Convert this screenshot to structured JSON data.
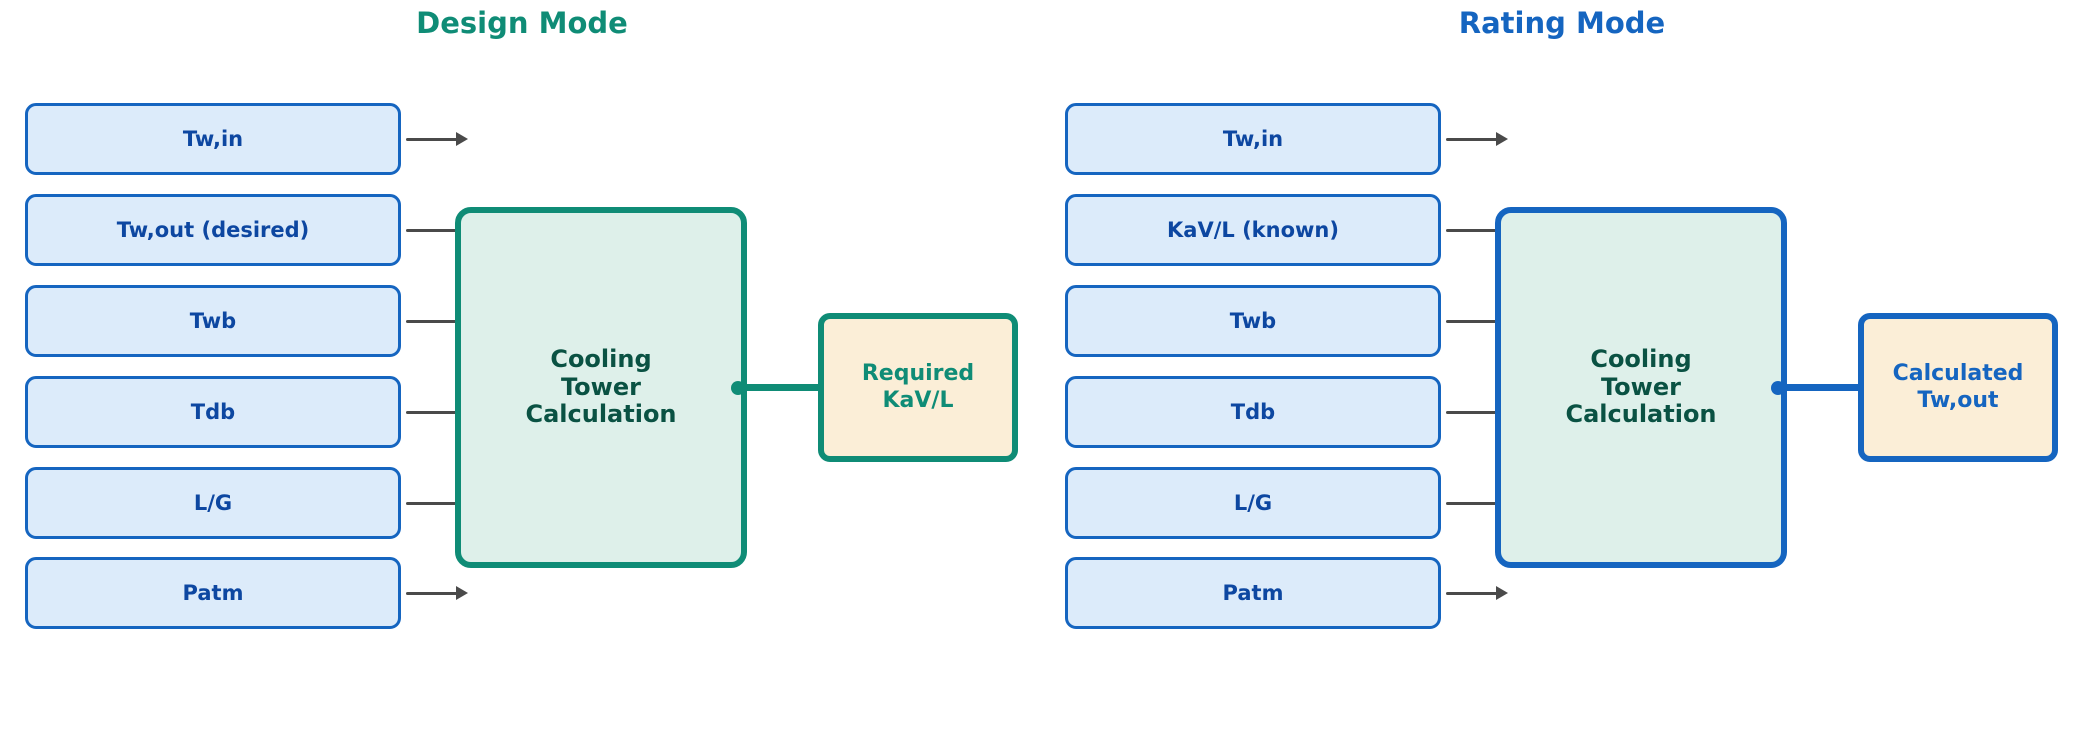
{
  "diagram": {
    "design": {
      "title": "Design Mode",
      "accent_color": "#0f8c76",
      "inputs": [
        "Tw,in",
        "Tw,out (desired)",
        "Twb",
        "Tdb",
        "L/G",
        "Patm"
      ],
      "process_label": "Cooling\nTower\nCalculation",
      "output_label": "Required\nKaV/L"
    },
    "rating": {
      "title": "Rating Mode",
      "accent_color": "#1565c0",
      "inputs": [
        "Tw,in",
        "KaV/L (known)",
        "Twb",
        "Tdb",
        "L/G",
        "Patm"
      ],
      "process_label": "Cooling\nTower\nCalculation",
      "output_label": "Calculated\nTw,out"
    },
    "palette": {
      "input_fill": "#dcebfa",
      "input_border": "#1565c0",
      "input_text": "#0d47a1",
      "process_fill": "#def0ea",
      "process_text": "#0a5243",
      "output_fill": "#fbeed7",
      "connector_gray": "#4a4a4a"
    }
  }
}
